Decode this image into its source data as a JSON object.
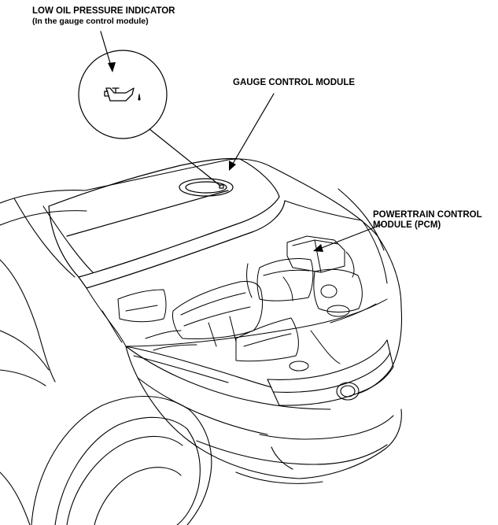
{
  "labels": {
    "oil_indicator": {
      "line1": "LOW OIL PRESSURE INDICATOR",
      "line2": "(In the gauge control module)"
    },
    "gauge_module": {
      "text": "GAUGE CONTROL MODULE"
    },
    "pcm": {
      "line1": "POWERTRAIN CONTROL",
      "line2": "MODULE (PCM)"
    }
  },
  "icons": {
    "detail": "oil-can-icon"
  },
  "colors": {
    "ink": "#000000",
    "background": "#ffffff"
  }
}
